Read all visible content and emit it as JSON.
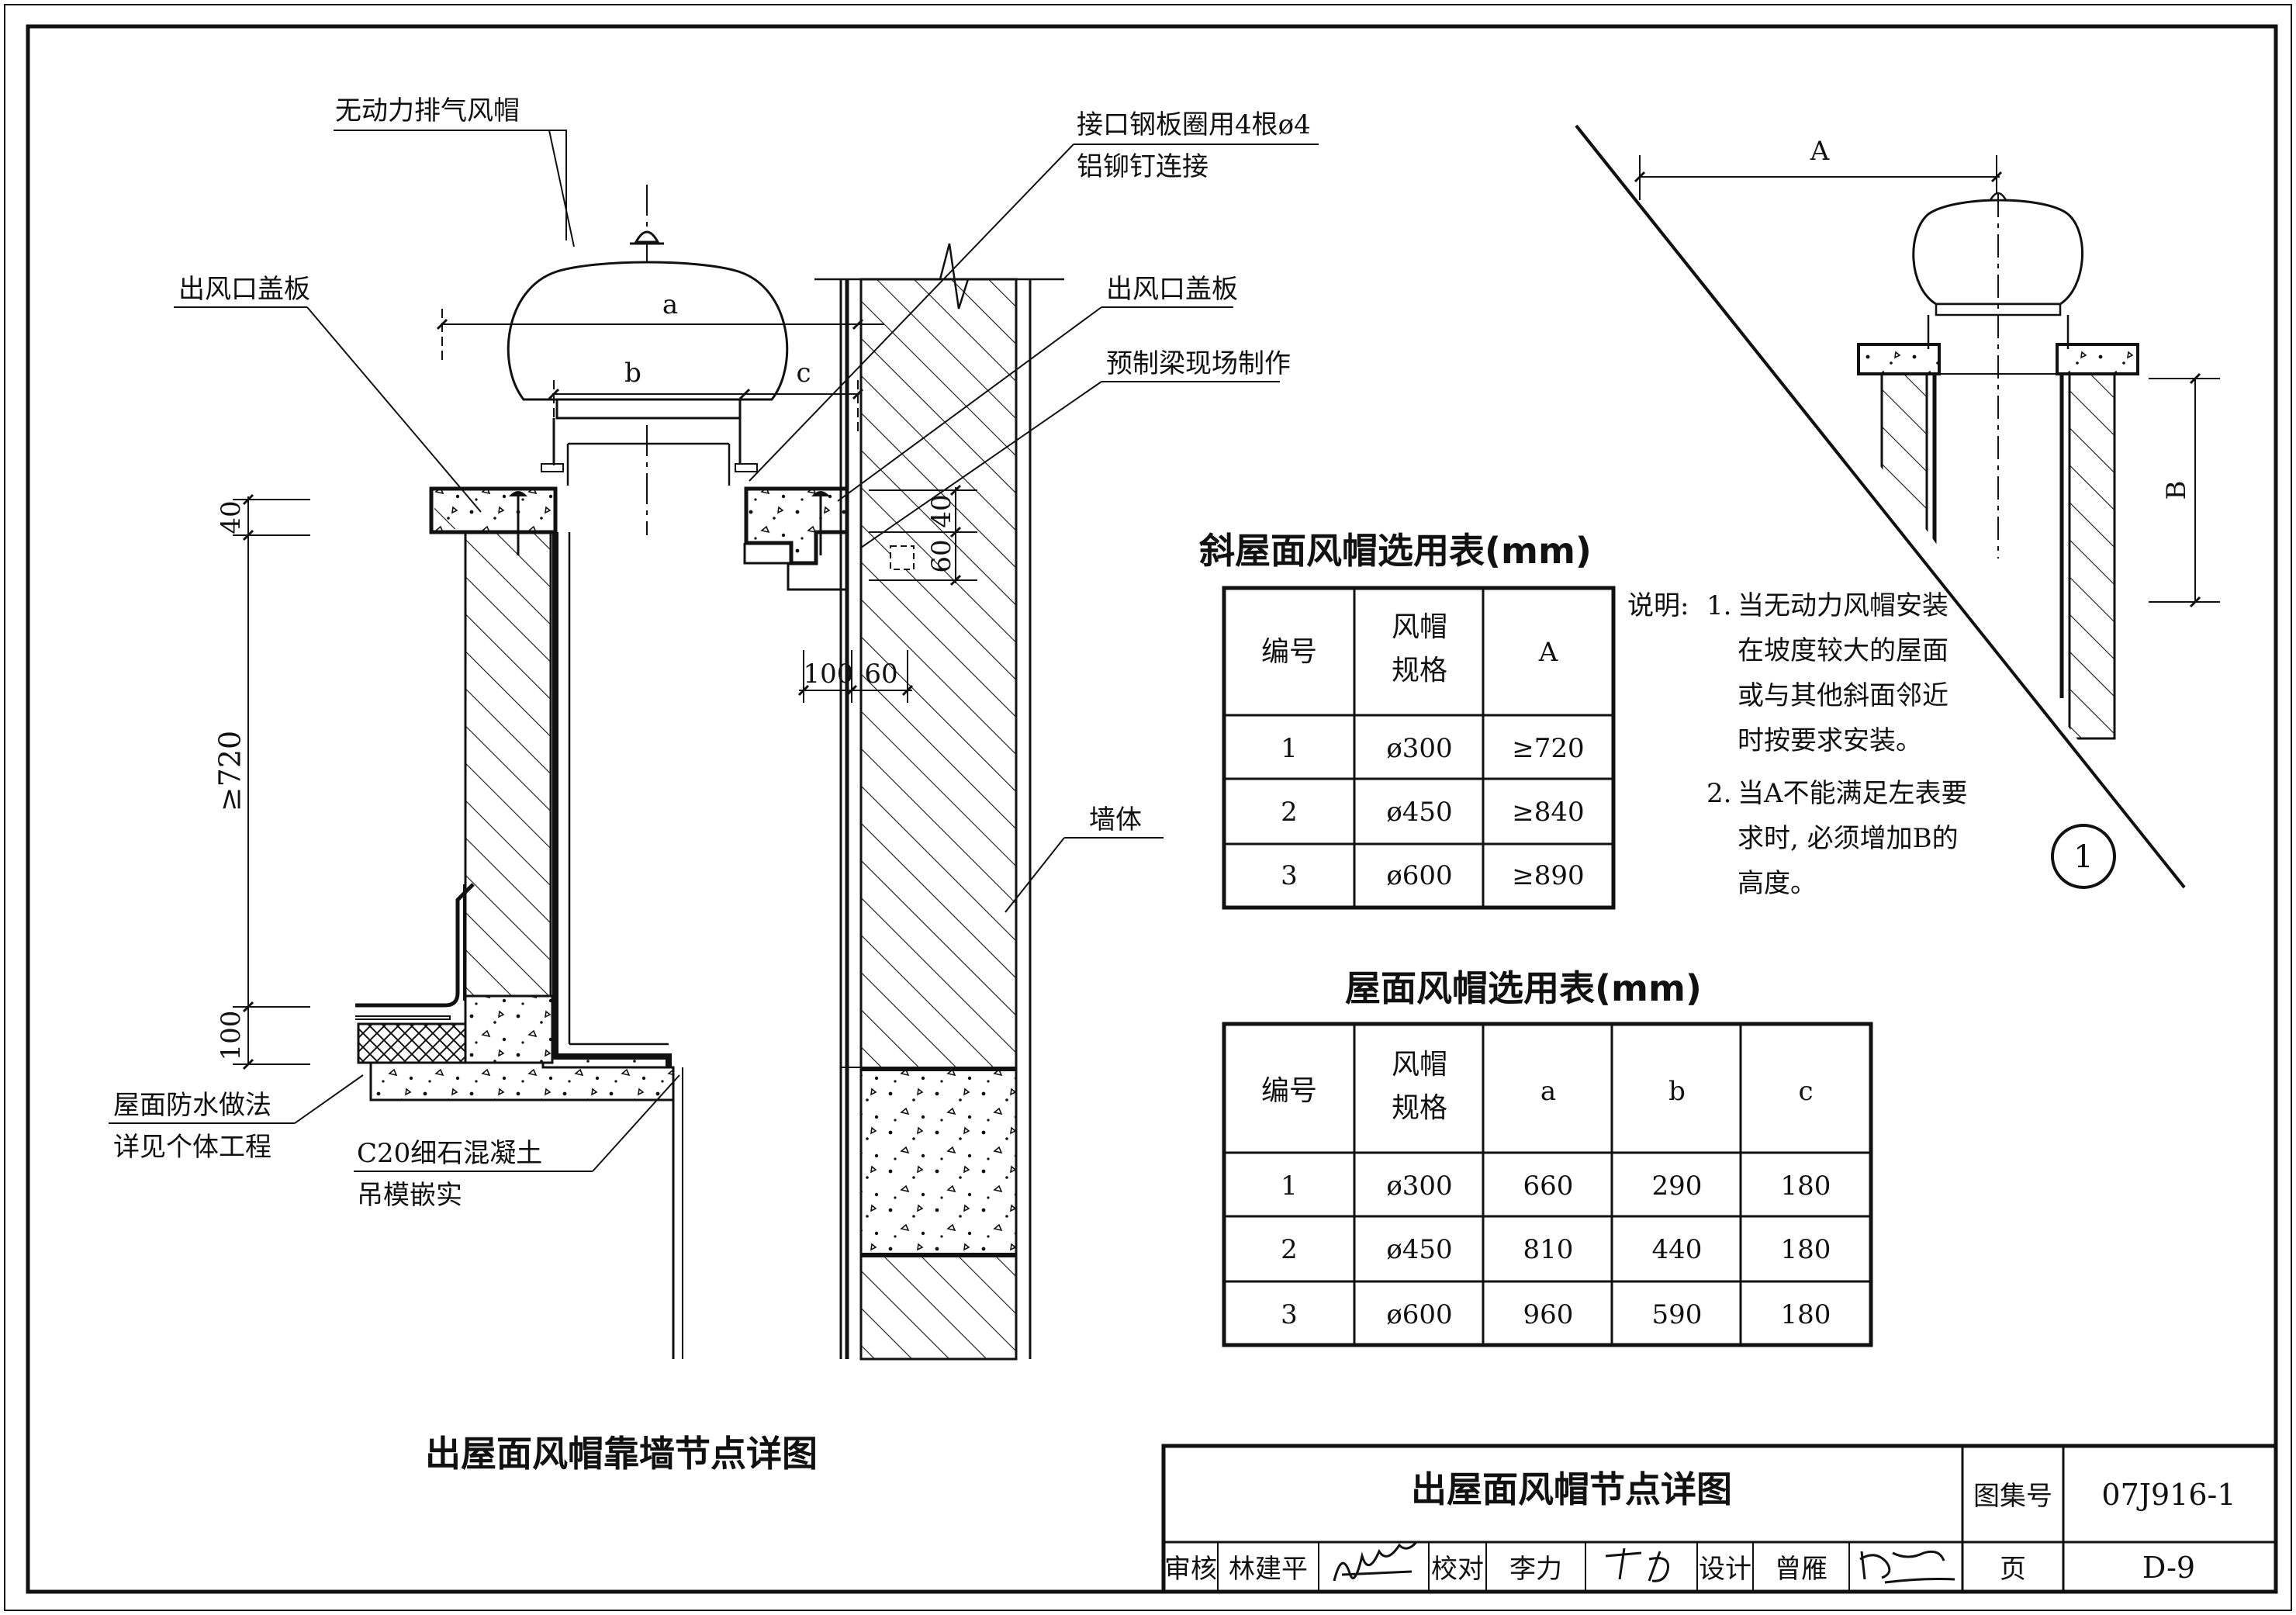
{
  "main_detail": {
    "title": "出屋面风帽靠墙节点详图",
    "labels": {
      "hood": "无动力排气风帽",
      "cover_left": "出风口盖板",
      "rivet_line1": "接口钢板圈用4根ø4",
      "rivet_line2": "铝铆钉连接",
      "cover_right": "出风口盖板",
      "beam": "预制梁现场制作",
      "wall": "墙体",
      "waterproof_line1": "屋面防水做法",
      "waterproof_line2": "详见个体工程",
      "concrete_line1": "C20细石混凝土",
      "concrete_line2": "吊模嵌实"
    },
    "dims": {
      "a": "a",
      "b": "b",
      "c": "c",
      "d40_left": "40",
      "d720": "≥720",
      "d100": "100",
      "d40_right": "40",
      "d60_right": "60",
      "d100_mid": "100",
      "d60_mid": "60"
    }
  },
  "slope_detail": {
    "dim_A": "A",
    "dim_B": "B",
    "callout": "1"
  },
  "slope_table": {
    "title": "斜屋面风帽选用表(mm)",
    "headers": [
      "编号",
      "风帽\n规格",
      "A"
    ],
    "rows": [
      [
        "1",
        "ø300",
        "≥720"
      ],
      [
        "2",
        "ø450",
        "≥840"
      ],
      [
        "3",
        "ø600",
        "≥890"
      ]
    ]
  },
  "notes": {
    "label": "说明:",
    "items": [
      {
        "num": "1.",
        "lines": [
          "当无动力风帽安装",
          "在坡度较大的屋面",
          "或与其他斜面邻近",
          "时按要求安装。"
        ]
      },
      {
        "num": "2.",
        "lines": [
          "当A不能满足左表要",
          "求时, 必须增加B的",
          "高度。"
        ]
      }
    ]
  },
  "roof_table": {
    "title": "屋面风帽选用表(mm)",
    "headers": [
      "编号",
      "风帽\n规格",
      "a",
      "b",
      "c"
    ],
    "rows": [
      [
        "1",
        "ø300",
        "660",
        "290",
        "180"
      ],
      [
        "2",
        "ø450",
        "810",
        "440",
        "180"
      ],
      [
        "3",
        "ø600",
        "960",
        "590",
        "180"
      ]
    ]
  },
  "title_block": {
    "drawing_title": "出屋面风帽节点详图",
    "atlas_label": "图集号",
    "atlas_no": "07J916-1",
    "review_label": "审核",
    "review_name": "林建平",
    "check_label": "校对",
    "check_name": "李力",
    "design_label": "设计",
    "design_name": "曾雁",
    "page_label": "页",
    "page_no": "D-9"
  }
}
